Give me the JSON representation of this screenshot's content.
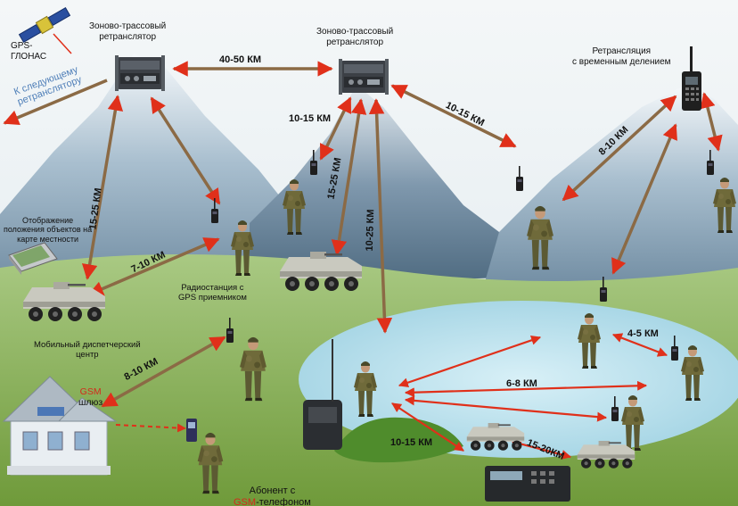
{
  "gps": {
    "label_line1": "GPS-",
    "label_line2": "ГЛОНАС"
  },
  "relay_left": {
    "line1": "Зоново-трассовый",
    "line2": "ретранслятор"
  },
  "relay_center": {
    "line1": "Зоново-трассовый",
    "line2": "ретранслятор"
  },
  "relay_tdm": {
    "line1": "Ретрансляция",
    "line2": "с временным делением"
  },
  "next_relay": {
    "line1": "К следующему",
    "line2": "ретранслятору"
  },
  "map_display": {
    "line1": "Отображение",
    "line2": "положения объектов на",
    "line3": "карте местности"
  },
  "gps_radio": {
    "line1": "Радиостанция с",
    "line2": "GPS приемником"
  },
  "dispatch": {
    "line1": "Мобильный диспетчерский",
    "line2": "центр"
  },
  "gsm_gateway": {
    "word_gsm": "GSM",
    "word_gateway": "шлюз"
  },
  "gsm_subscriber": {
    "line1": "Абонент с",
    "word_gsm": "GSM",
    "line2_rest": "-телефоном"
  },
  "distances": {
    "relay_link": "40-50 КМ",
    "c_soldier": "10-15 КМ",
    "c_tdm": "10-15 КМ",
    "tdm_soldier": "8-10 КМ",
    "left_vert": "15-25 КМ",
    "left_radio": "7-10 КМ",
    "c_vert1": "15-25 КМ",
    "c_vert2": "10-25 КМ",
    "gateway": "8-10 КМ",
    "lake_right": "4-5 КМ",
    "lake_mid": "6-8 КМ",
    "lake_bottom": "10-15 КМ",
    "lake_vehicles": "15-20КМ"
  },
  "colors": {
    "arrow": "#e0301a",
    "arrow_shaft": "#8b6a45",
    "sky_top": "#f2f5f6",
    "grass": "#86b04a",
    "lake": "#bfe3ef"
  },
  "icons": [
    "satellite-icon",
    "relay-unit-icon",
    "handheld-radio-icon",
    "armored-vehicle-icon",
    "soldier-icon",
    "laptop-map-icon",
    "house-gateway-icon",
    "mobile-phone-icon",
    "portable-station-icon"
  ]
}
